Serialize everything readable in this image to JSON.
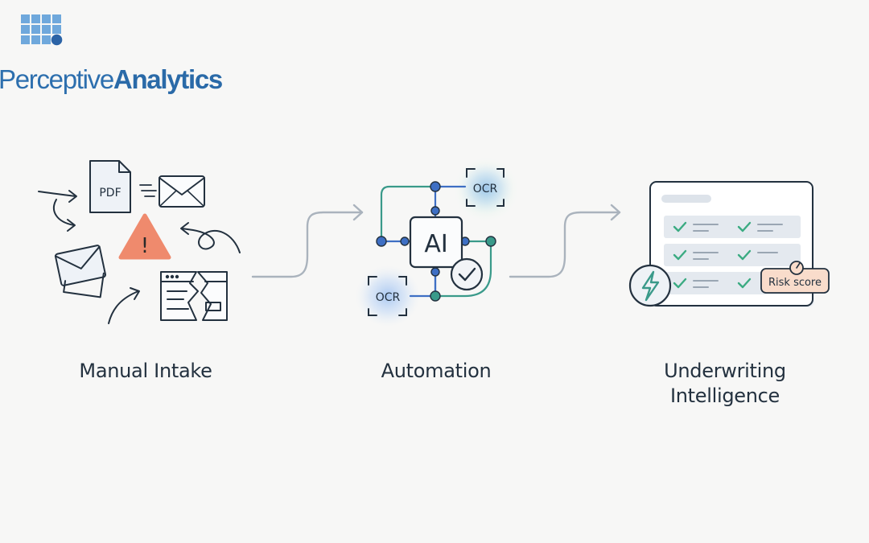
{
  "brand": {
    "name_light": "Perceptive",
    "name_bold": "Analytics",
    "colors": {
      "primary": "#2d6fae",
      "light": "#6fa8dc"
    }
  },
  "stages": [
    {
      "label": "Manual Intake"
    },
    {
      "label": "Automation"
    },
    {
      "label_line1": "Underwriting",
      "label_line2": "Intelligence"
    }
  ],
  "intake": {
    "doc_label": "PDF",
    "warning_glyph": "!"
  },
  "automation": {
    "core_label": "AI",
    "ocr_top": "OCR",
    "ocr_bottom": "OCR"
  },
  "intelligence": {
    "badge_label": "Risk score"
  },
  "colors": {
    "ink": "#23313f",
    "warning": "#ef8a6d",
    "node_blue": "#3e6fc4",
    "node_teal": "#3a9a8a",
    "check_green": "#3bab82",
    "glow": "#8fb8f0",
    "badge": "#f9dccb",
    "connector": "#aab3bd"
  }
}
